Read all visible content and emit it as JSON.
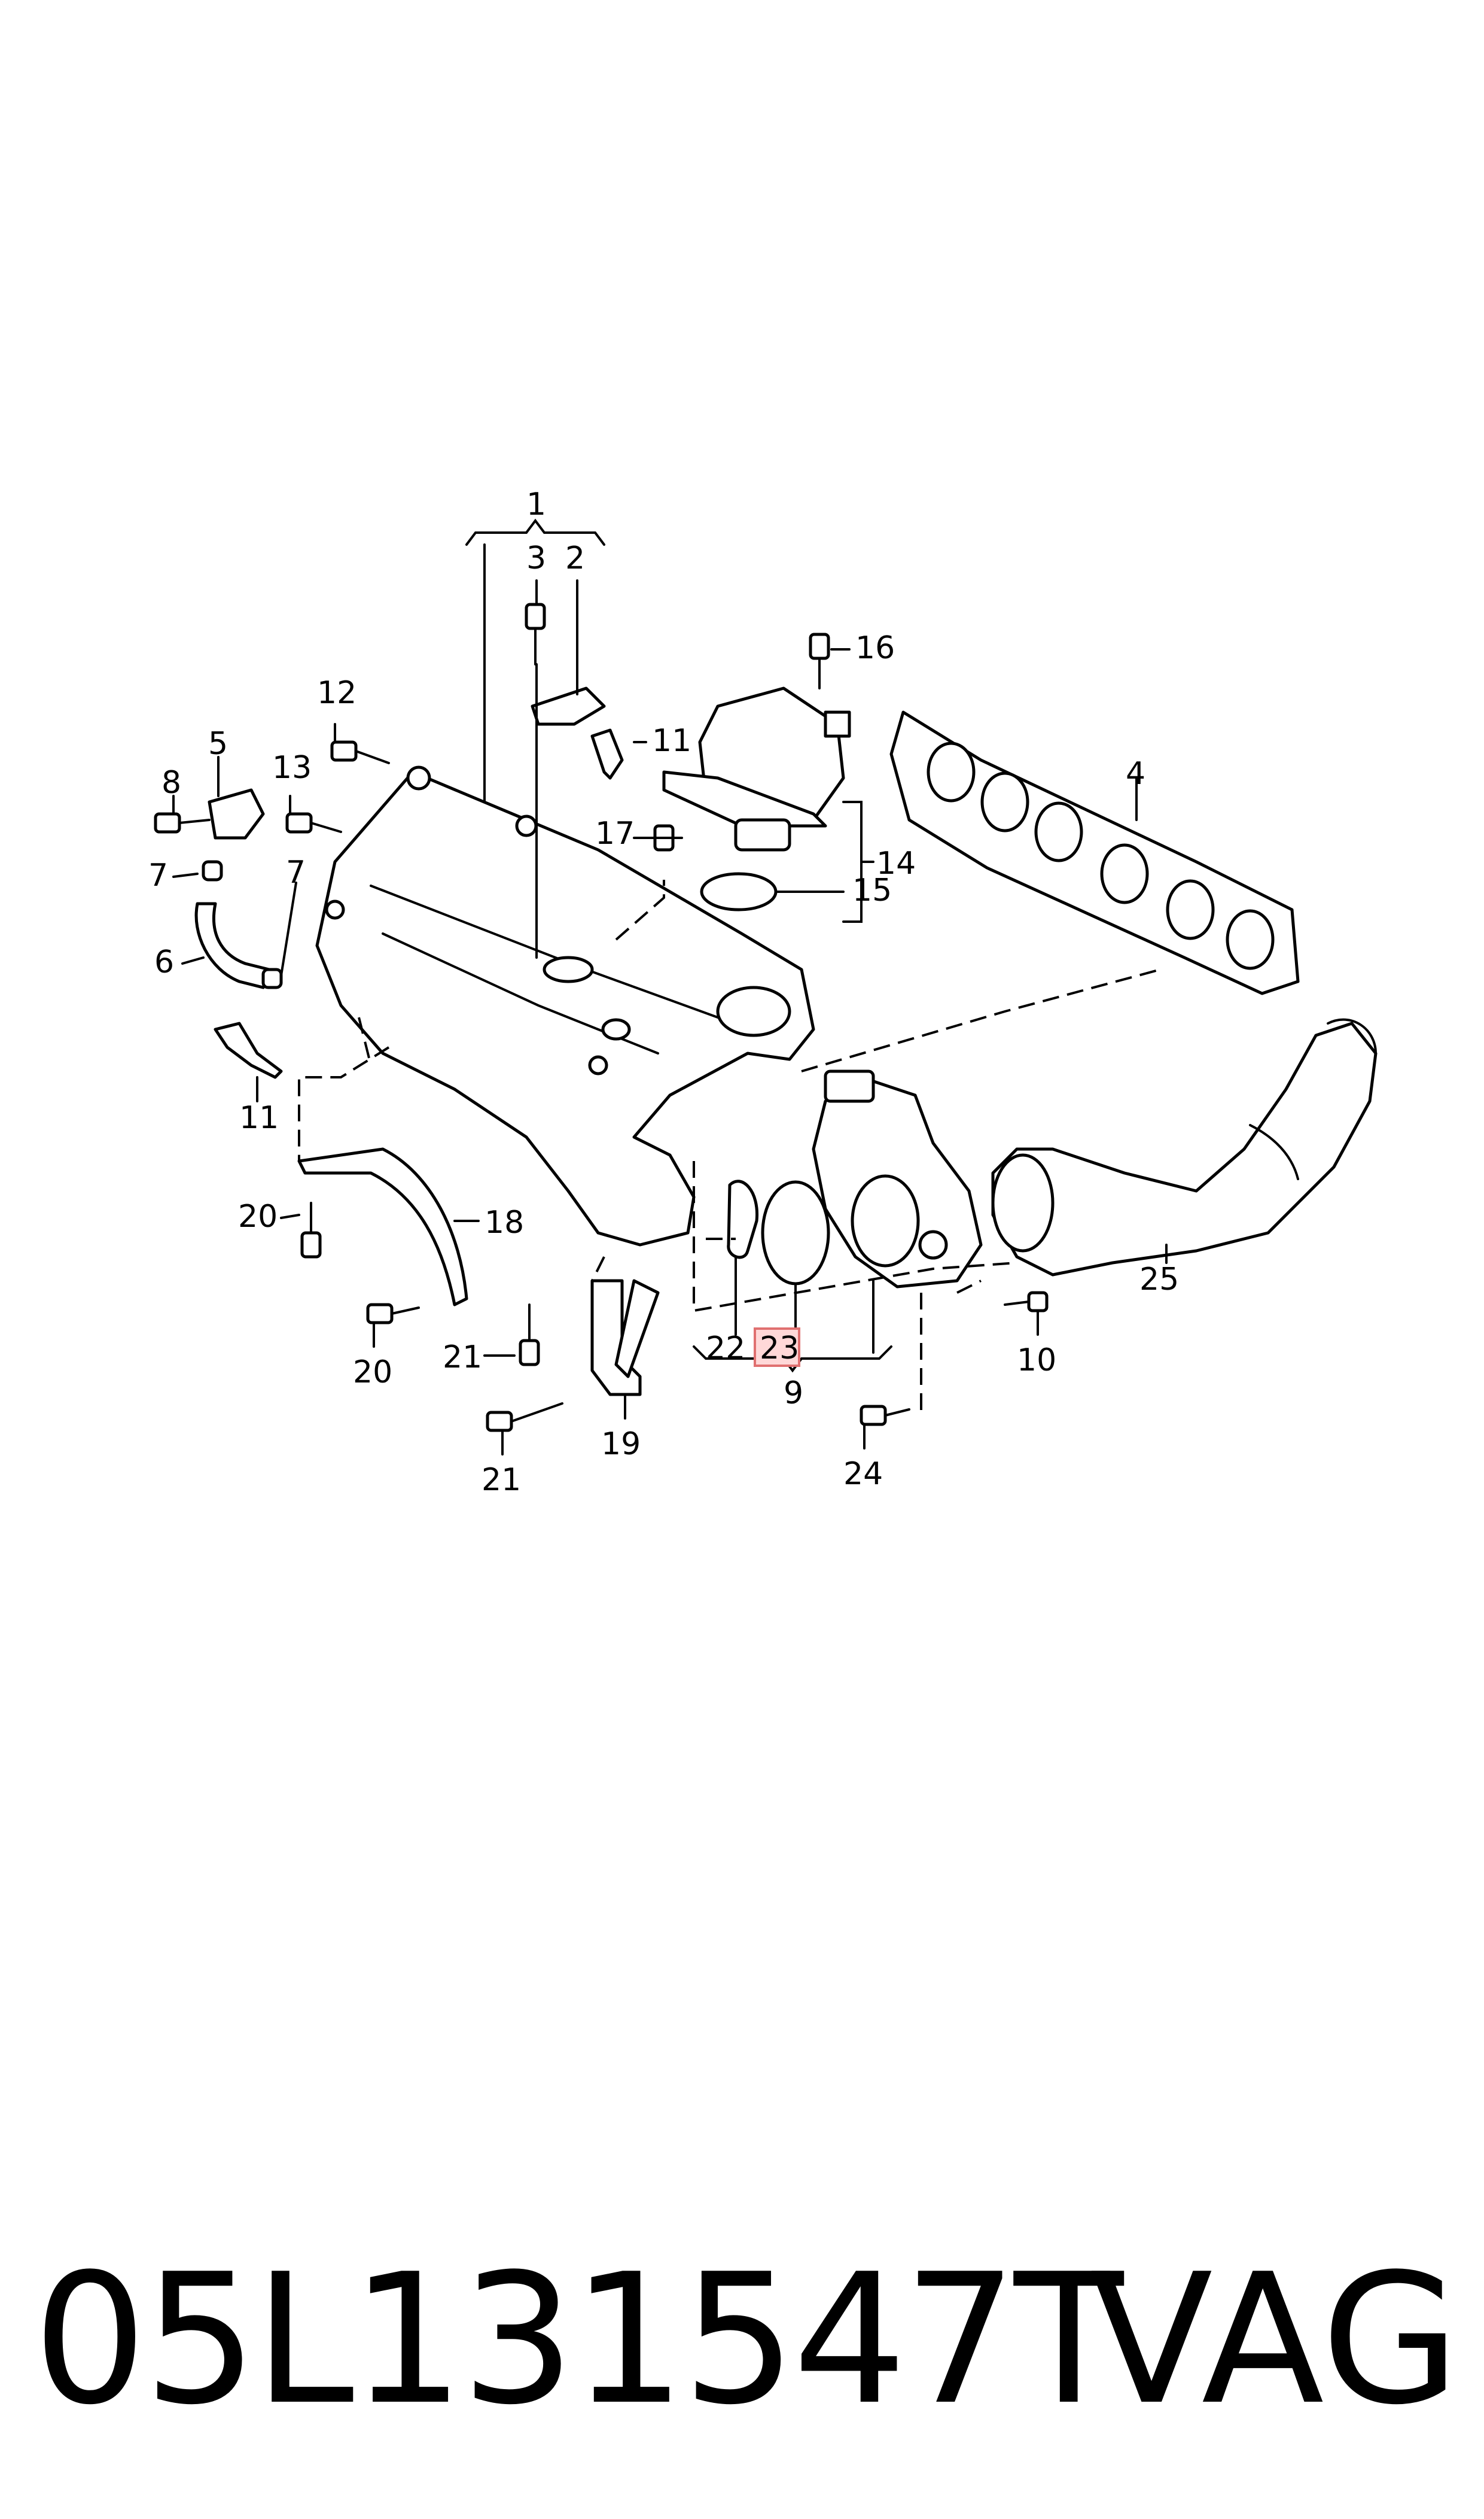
{
  "diagram": {
    "callouts": [
      "1",
      "2",
      "3",
      "4",
      "5",
      "6",
      "7",
      "7",
      "8",
      "9",
      "10",
      "11",
      "11",
      "12",
      "13",
      "14",
      "15",
      "16",
      "17",
      "18",
      "19",
      "20",
      "20",
      "21",
      "21",
      "22",
      "23",
      "24",
      "25"
    ],
    "highlighted_callout": "23"
  },
  "footer": {
    "part_number": "05L131547T",
    "brand": "VAG"
  }
}
